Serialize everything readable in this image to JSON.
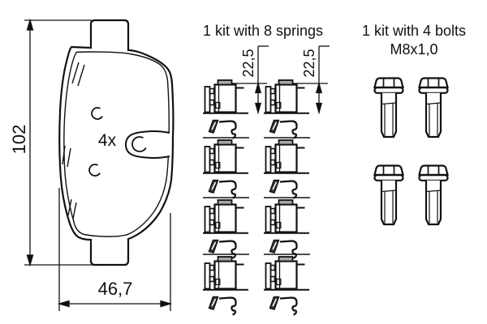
{
  "drawing": {
    "background_color": "#ffffff",
    "line_color": "#111111",
    "pad_view": {
      "qty_label": "4x",
      "height_dim": "102",
      "width_dim": "46,7"
    },
    "springs_kit": {
      "title": "1 kit with 8 springs",
      "spring_height_dim": "22,5",
      "count": 8,
      "rows": 4,
      "cols": 2
    },
    "bolts_kit": {
      "title": "1 kit with 4 bolts",
      "thread_spec": "M8x1,0",
      "count": 4,
      "rows": 2,
      "cols": 2
    }
  }
}
